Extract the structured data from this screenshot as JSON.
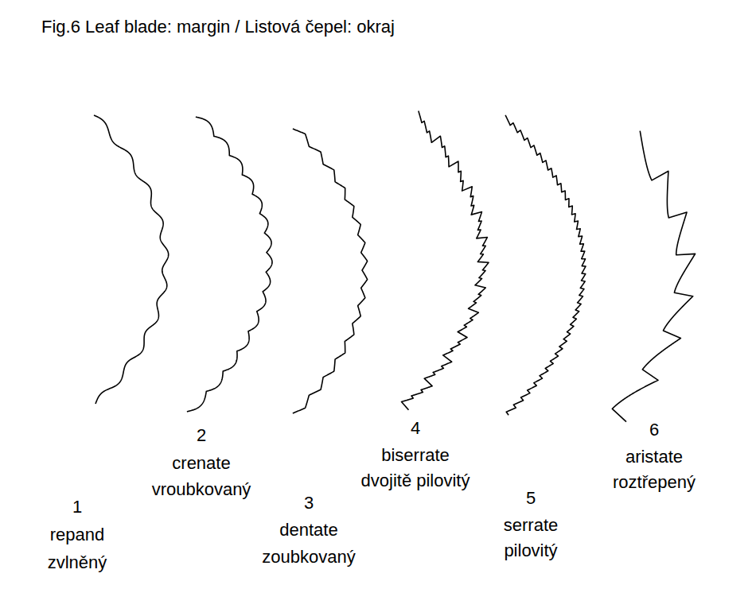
{
  "diagram": {
    "title": "Fig.6 Leaf blade: margin / Listová čepel: okraj",
    "labels": [
      "1",
      "repand",
      "zvlněný",
      "2",
      "crenate",
      "vroubkovaný",
      "3",
      "dentate",
      "zoubkovaný",
      "4",
      "biserrate",
      "dvojitě pilovitý",
      "5",
      "serrate",
      "pilovitý",
      "6",
      "aristate",
      "roztřepený"
    ]
  }
}
